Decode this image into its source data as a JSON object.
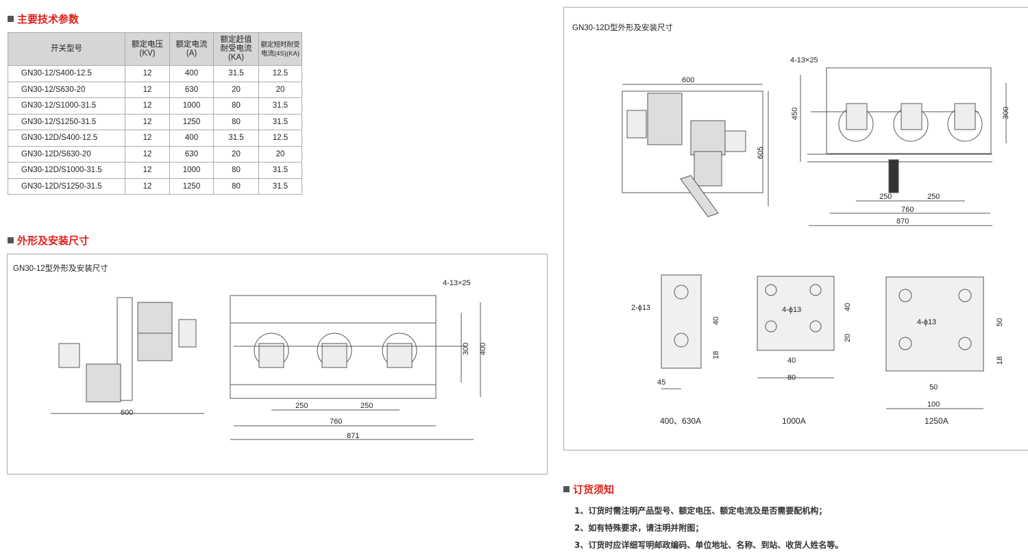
{
  "sections": {
    "params": "主要技术参数",
    "outline": "外形及安装尺寸",
    "order": "订货须知"
  },
  "table": {
    "headers": [
      [
        "开关型号"
      ],
      [
        "额定电压",
        "(KV)"
      ],
      [
        "额定电流",
        "(A)"
      ],
      [
        "额定赶值",
        "耐受电流",
        "(KA)"
      ],
      [
        "额定短时耐受",
        "电流(4S)(KA)"
      ]
    ],
    "rows": [
      [
        "GN30-12/S400-12.5",
        "12",
        "400",
        "31.5",
        "12.5"
      ],
      [
        "GN30-12/S630-20",
        "12",
        "630",
        "20",
        "20"
      ],
      [
        "GN30-12/S1000-31.5",
        "12",
        "1000",
        "80",
        "31.5"
      ],
      [
        "GN30-12/S1250-31.5",
        "12",
        "1250",
        "80",
        "31.5"
      ],
      [
        "GN30-12D/S400-12.5",
        "12",
        "400",
        "31.5",
        "12.5"
      ],
      [
        "GN30-12D/S630-20",
        "12",
        "630",
        "20",
        "20"
      ],
      [
        "GN30-12D/S1000-31.5",
        "12",
        "1000",
        "80",
        "31.5"
      ],
      [
        "GN30-12D/S1250-31.5",
        "12",
        "1250",
        "80",
        "31.5"
      ]
    ]
  },
  "drawing12": {
    "caption": "GN30-12型外形及安装尺寸",
    "dims": {
      "side_width": "600",
      "holes": "4-13×25",
      "d300": "300",
      "d400": "400",
      "d250a": "250",
      "d250b": "250",
      "d760": "760",
      "d871": "871"
    }
  },
  "drawing12d": {
    "caption": "GN30-12D型外形及安装尺寸",
    "dims": {
      "side_width": "600",
      "side_height": "605",
      "holes": "4-13×25",
      "d450": "450",
      "d300": "300",
      "d250a": "250",
      "d250b": "250",
      "d760": "760",
      "d870": "870"
    }
  },
  "terminals": [
    {
      "label": "400、630A",
      "holes": "2-ϕ13",
      "d1": "40",
      "d2": "18",
      "w": "45"
    },
    {
      "label": "1000A",
      "holes": "4-ϕ13",
      "d1": "40",
      "d2": "20",
      "w1": "40",
      "w2": "80"
    },
    {
      "label": "1250A",
      "holes": "4-ϕ13",
      "d1": "50",
      "d2": "18",
      "w1": "50",
      "w2": "100"
    }
  ],
  "notes": [
    "1、订货时需注明产品型号、额定电压、额定电流及是否需要配机构；",
    "2、如有特殊要求，请注明并附图；",
    "3、订货时应详细写明邮政编码、单位地址、名称、到站、收货人姓名等。"
  ]
}
